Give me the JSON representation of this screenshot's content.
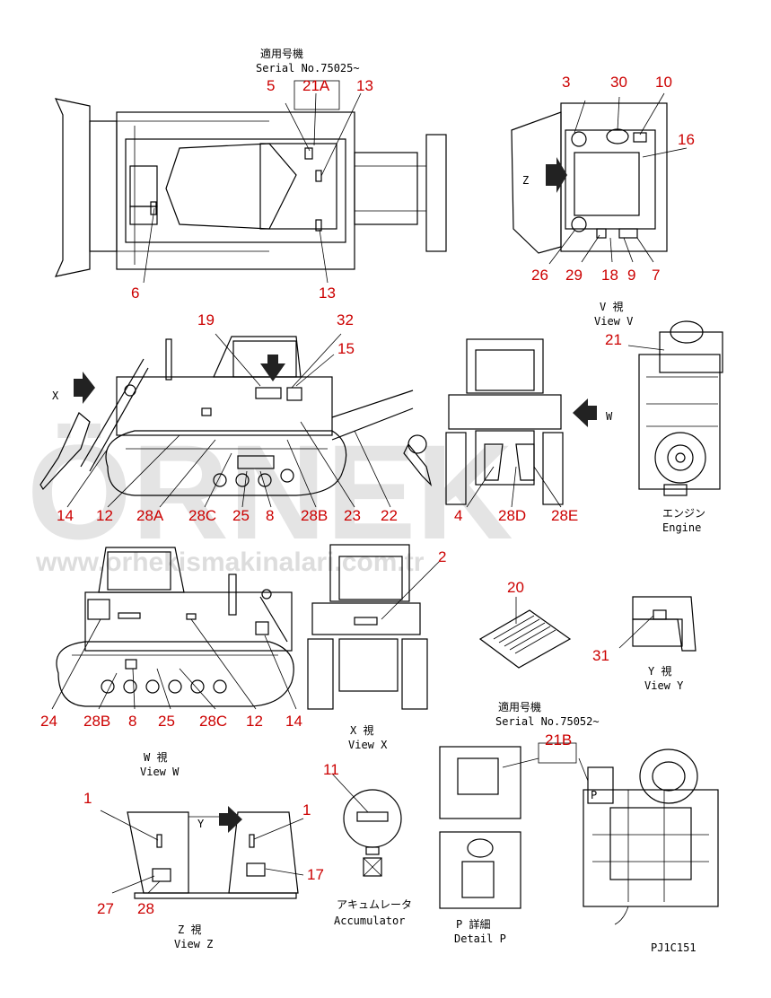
{
  "watermark": {
    "main": "ÖRNEK",
    "url": "www.orhekismakinalari.com.tr"
  },
  "serial_top": {
    "jp": "適用号機",
    "en": "Serial No.75025~"
  },
  "serial_bottom": {
    "jp": "適用号機",
    "en": "Serial No.75052~"
  },
  "view_v": {
    "jp": "V 視",
    "en": "View V"
  },
  "view_x": {
    "jp": "X 視",
    "en": "View X"
  },
  "view_w": {
    "jp": "W 視",
    "en": "View W"
  },
  "view_y": {
    "jp": "Y 視",
    "en": "View Y"
  },
  "view_z": {
    "jp": "Z 視",
    "en": "View Z"
  },
  "engine": {
    "jp": "エンジン",
    "en": "Engine"
  },
  "accumulator": {
    "jp": "アキュムレータ",
    "en": "Accumulator"
  },
  "detail_p": {
    "jp": "P 詳細",
    "en": "Detail P"
  },
  "drawing_no": "PJ1C151",
  "arrow_letters": {
    "x": "X",
    "w": "W",
    "y": "Y",
    "z": "Z",
    "p": "P"
  },
  "callouts": [
    {
      "id": "c5",
      "label": "5"
    },
    {
      "id": "c21a",
      "label": "21A"
    },
    {
      "id": "c13a",
      "label": "13"
    },
    {
      "id": "c6",
      "label": "6"
    },
    {
      "id": "c13b",
      "label": "13"
    },
    {
      "id": "c3",
      "label": "3"
    },
    {
      "id": "c30",
      "label": "30"
    },
    {
      "id": "c10",
      "label": "10"
    },
    {
      "id": "c16",
      "label": "16"
    },
    {
      "id": "c26",
      "label": "26"
    },
    {
      "id": "c29",
      "label": "29"
    },
    {
      "id": "c18",
      "label": "18"
    },
    {
      "id": "c9",
      "label": "9"
    },
    {
      "id": "c7",
      "label": "7"
    },
    {
      "id": "c19",
      "label": "19"
    },
    {
      "id": "c32",
      "label": "32"
    },
    {
      "id": "c15",
      "label": "15"
    },
    {
      "id": "c21",
      "label": "21"
    },
    {
      "id": "c14a",
      "label": "14"
    },
    {
      "id": "c12a",
      "label": "12"
    },
    {
      "id": "c28a",
      "label": "28A"
    },
    {
      "id": "c28ca",
      "label": "28C"
    },
    {
      "id": "c25a",
      "label": "25"
    },
    {
      "id": "c8a",
      "label": "8"
    },
    {
      "id": "c28ba",
      "label": "28B"
    },
    {
      "id": "c23",
      "label": "23"
    },
    {
      "id": "c22",
      "label": "22"
    },
    {
      "id": "c4",
      "label": "4"
    },
    {
      "id": "c28d",
      "label": "28D"
    },
    {
      "id": "c28e",
      "label": "28E"
    },
    {
      "id": "c2",
      "label": "2"
    },
    {
      "id": "c20",
      "label": "20"
    },
    {
      "id": "c31",
      "label": "31"
    },
    {
      "id": "c24",
      "label": "24"
    },
    {
      "id": "c28bb",
      "label": "28B"
    },
    {
      "id": "c8b",
      "label": "8"
    },
    {
      "id": "c25b",
      "label": "25"
    },
    {
      "id": "c28cb",
      "label": "28C"
    },
    {
      "id": "c12b",
      "label": "12"
    },
    {
      "id": "c14b",
      "label": "14"
    },
    {
      "id": "c21b",
      "label": "21B"
    },
    {
      "id": "c11",
      "label": "11"
    },
    {
      "id": "c1a",
      "label": "1"
    },
    {
      "id": "c1b",
      "label": "1"
    },
    {
      "id": "c17",
      "label": "17"
    },
    {
      "id": "c27",
      "label": "27"
    },
    {
      "id": "c28",
      "label": "28"
    }
  ]
}
